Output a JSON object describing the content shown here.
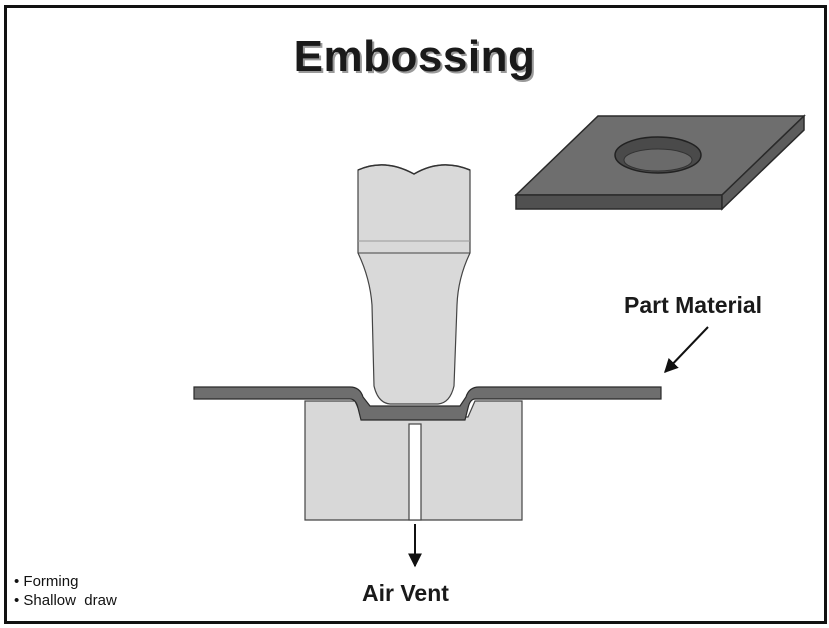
{
  "title": "Embossing",
  "labels": {
    "part_material": "Part Material",
    "air_vent": "Air Vent"
  },
  "notes": [
    "Forming",
    "Shallow  draw"
  ],
  "colors": {
    "frame": "#111111",
    "die_fill": "#d8d8d8",
    "punch_fill": "#d9d9d9",
    "sheet_fill": "#6e6e6e",
    "outline": "#333333"
  }
}
